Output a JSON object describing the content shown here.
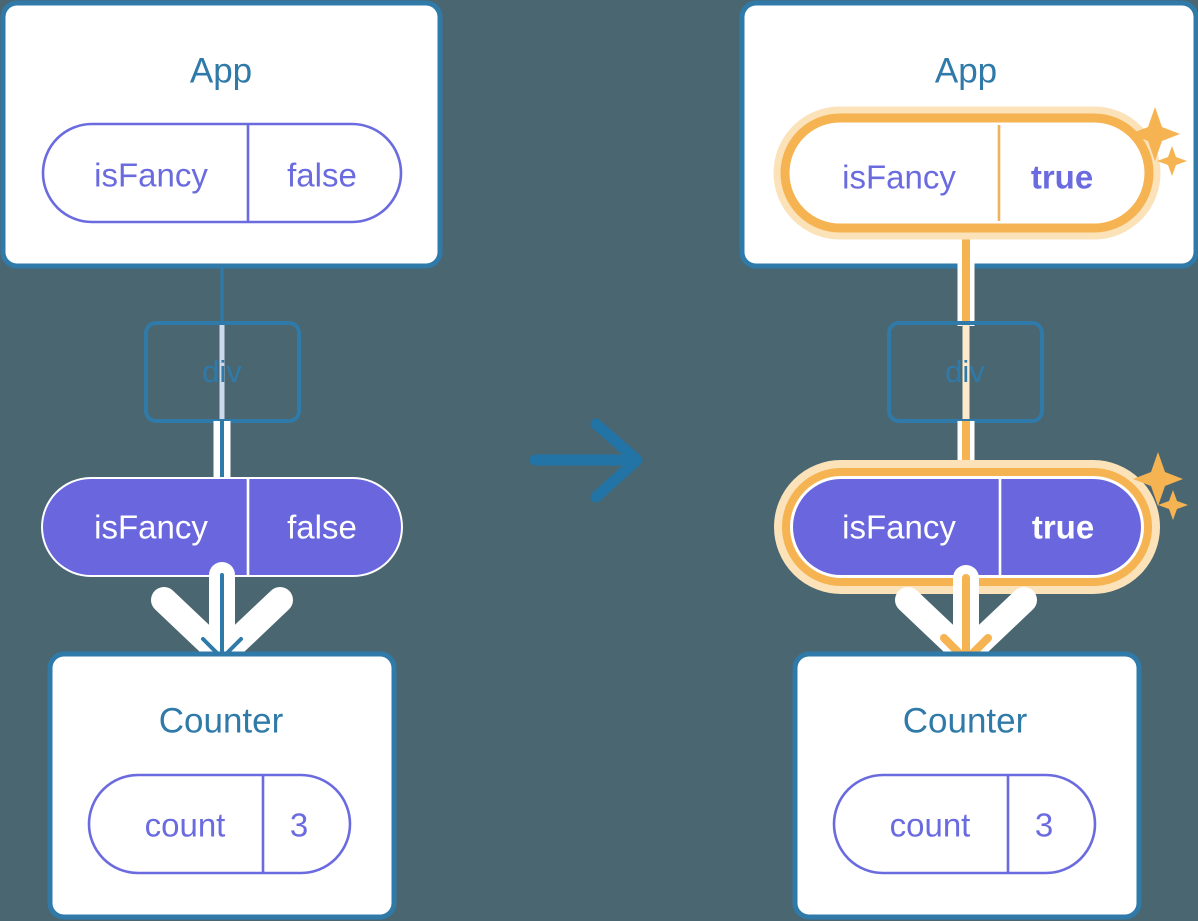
{
  "meta": {
    "background_color": "#4a6670",
    "title_text_color": "#2f7aa8",
    "box_border_color": "#2f7aa8",
    "box_fill_color": "#ffffff",
    "pill_purple": "#6b6be0",
    "pill_purple_fill": "#6a67de",
    "highlight_orange": "#f5b council",
    "highlight_orange_hex": "#f6b352",
    "highlight_glow_hex": "#fbdfb0",
    "arrow_white": "#ffffff"
  },
  "transition_arrow": {
    "name": "transition-arrow",
    "direction": "right",
    "color": "#2f7aa8"
  },
  "panels": [
    {
      "id": "before",
      "app": {
        "title": "App",
        "state_pill": {
          "key": "isFancy",
          "value": "false",
          "style": "outline",
          "highlighted": false,
          "value_bold": false
        }
      },
      "div": {
        "label": "div",
        "line_color": "#cdd9ec"
      },
      "prop_pill": {
        "key": "isFancy",
        "value": "false",
        "style": "filled",
        "highlighted": false,
        "value_bold": false
      },
      "counter": {
        "title": "Counter",
        "state_pill": {
          "key": "count",
          "value": "3",
          "style": "outline",
          "highlighted": false,
          "value_bold": false
        }
      },
      "flow_color": "#2f7aa8",
      "sparkles": false
    },
    {
      "id": "after",
      "app": {
        "title": "App",
        "state_pill": {
          "key": "isFancy",
          "value": "true",
          "style": "outline",
          "highlighted": true,
          "value_bold": true
        }
      },
      "div": {
        "label": "div",
        "line_color": "#fdeacc"
      },
      "prop_pill": {
        "key": "isFancy",
        "value": "true",
        "style": "filled",
        "highlighted": true,
        "value_bold": true
      },
      "counter": {
        "title": "Counter",
        "state_pill": {
          "key": "count",
          "value": "3",
          "style": "outline",
          "highlighted": false,
          "value_bold": false
        }
      },
      "flow_color": "#f6b352",
      "sparkles": true
    }
  ]
}
